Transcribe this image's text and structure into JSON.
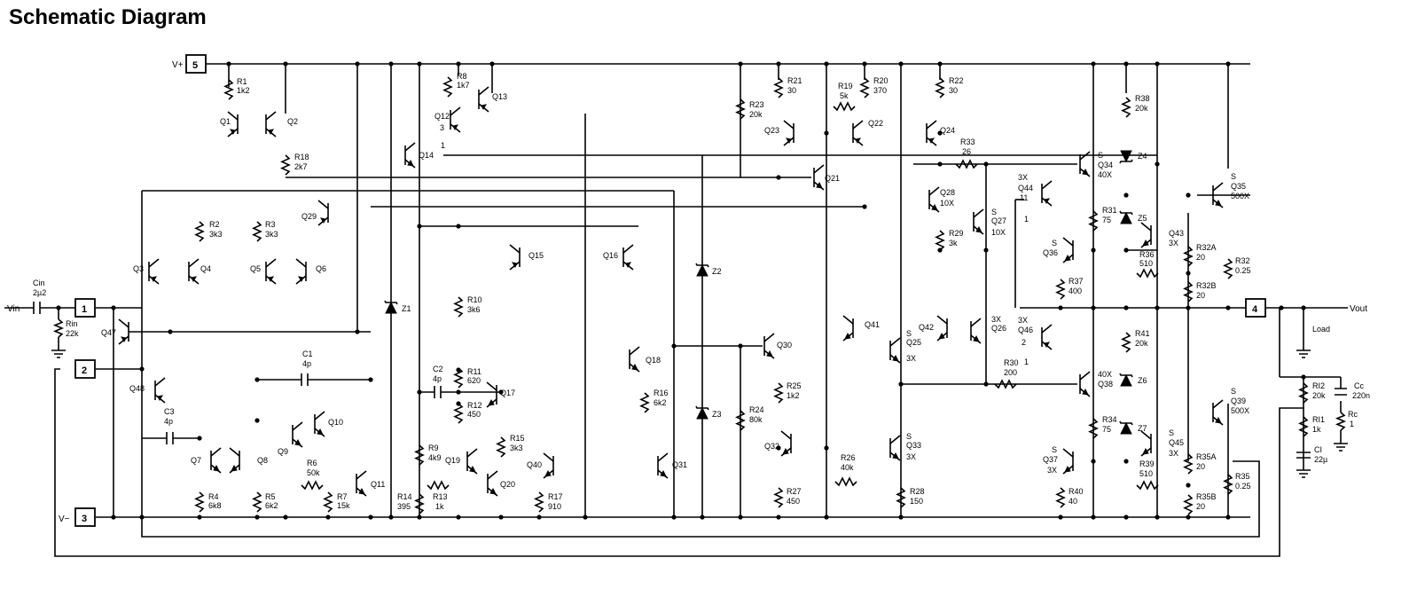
{
  "title": "Schematic Diagram",
  "pins": [
    {
      "id": "pin-5",
      "number": "5",
      "net": "V+"
    },
    {
      "id": "pin-1",
      "number": "1",
      "net": "Vin"
    },
    {
      "id": "pin-2",
      "number": "2",
      "net": ""
    },
    {
      "id": "pin-3",
      "number": "3",
      "net": "V−"
    },
    {
      "id": "pin-4",
      "number": "4",
      "net": "Vout"
    }
  ],
  "transistors": [
    {
      "ref": "Q1",
      "note": ""
    },
    {
      "ref": "Q2",
      "note": ""
    },
    {
      "ref": "Q3",
      "note": ""
    },
    {
      "ref": "Q4",
      "note": ""
    },
    {
      "ref": "Q5",
      "note": ""
    },
    {
      "ref": "Q6",
      "note": ""
    },
    {
      "ref": "Q7",
      "note": ""
    },
    {
      "ref": "Q8",
      "note": ""
    },
    {
      "ref": "Q9",
      "note": ""
    },
    {
      "ref": "Q10",
      "note": ""
    },
    {
      "ref": "Q11",
      "note": ""
    },
    {
      "ref": "Q12",
      "note": ""
    },
    {
      "ref": "Q13",
      "note": ""
    },
    {
      "ref": "Q14",
      "note": ""
    },
    {
      "ref": "Q15",
      "note": ""
    },
    {
      "ref": "Q16",
      "note": ""
    },
    {
      "ref": "Q17",
      "note": ""
    },
    {
      "ref": "Q18",
      "note": ""
    },
    {
      "ref": "Q19",
      "note": ""
    },
    {
      "ref": "Q20",
      "note": ""
    },
    {
      "ref": "Q21",
      "note": ""
    },
    {
      "ref": "Q22",
      "note": ""
    },
    {
      "ref": "Q23",
      "note": ""
    },
    {
      "ref": "Q24",
      "note": ""
    },
    {
      "ref": "Q25",
      "note": "3X"
    },
    {
      "ref": "Q26",
      "note": "3X"
    },
    {
      "ref": "Q27",
      "note": "10X"
    },
    {
      "ref": "Q28",
      "note": "10X"
    },
    {
      "ref": "Q29",
      "note": ""
    },
    {
      "ref": "Q30",
      "note": ""
    },
    {
      "ref": "Q31",
      "note": ""
    },
    {
      "ref": "Q32",
      "note": ""
    },
    {
      "ref": "Q33",
      "note": "3X"
    },
    {
      "ref": "Q34",
      "note": "40X"
    },
    {
      "ref": "Q35",
      "note": "500X"
    },
    {
      "ref": "Q36",
      "note": ""
    },
    {
      "ref": "Q37",
      "note": "3X"
    },
    {
      "ref": "Q38",
      "note": "40X"
    },
    {
      "ref": "Q39",
      "note": "500X"
    },
    {
      "ref": "Q40",
      "note": ""
    },
    {
      "ref": "Q41",
      "note": ""
    },
    {
      "ref": "Q42",
      "note": ""
    },
    {
      "ref": "Q43",
      "note": "3X"
    },
    {
      "ref": "Q44",
      "note": "3X"
    },
    {
      "ref": "Q45",
      "note": "3X"
    },
    {
      "ref": "Q46",
      "note": "3X"
    },
    {
      "ref": "Q47",
      "note": ""
    },
    {
      "ref": "Q48",
      "note": ""
    }
  ],
  "resistors": [
    {
      "ref": "R1",
      "value": "1k2"
    },
    {
      "ref": "R2",
      "value": "3k3"
    },
    {
      "ref": "R3",
      "value": "3k3"
    },
    {
      "ref": "R4",
      "value": "6k8"
    },
    {
      "ref": "R5",
      "value": "6k2"
    },
    {
      "ref": "R6",
      "value": "50k"
    },
    {
      "ref": "R7",
      "value": "15k"
    },
    {
      "ref": "R8",
      "value": "1k7"
    },
    {
      "ref": "R9",
      "value": "4k9"
    },
    {
      "ref": "R10",
      "value": "3k6"
    },
    {
      "ref": "R11",
      "value": "620"
    },
    {
      "ref": "R12",
      "value": "450"
    },
    {
      "ref": "R13",
      "value": "1k"
    },
    {
      "ref": "R14",
      "value": "395"
    },
    {
      "ref": "R15",
      "value": "3k3"
    },
    {
      "ref": "R16",
      "value": "6k2"
    },
    {
      "ref": "R17",
      "value": "910"
    },
    {
      "ref": "R18",
      "value": "2k7"
    },
    {
      "ref": "R19",
      "value": "5k"
    },
    {
      "ref": "R20",
      "value": "370"
    },
    {
      "ref": "R21",
      "value": "30"
    },
    {
      "ref": "R22",
      "value": "30"
    },
    {
      "ref": "R23",
      "value": "20k"
    },
    {
      "ref": "R24",
      "value": "80k"
    },
    {
      "ref": "R25",
      "value": "1k2"
    },
    {
      "ref": "R26",
      "value": "40k"
    },
    {
      "ref": "R27",
      "value": "450"
    },
    {
      "ref": "R28",
      "value": "150"
    },
    {
      "ref": "R29",
      "value": "3k"
    },
    {
      "ref": "R30",
      "value": "200"
    },
    {
      "ref": "R31",
      "value": "75"
    },
    {
      "ref": "R32",
      "value": "0.25"
    },
    {
      "ref": "R32A",
      "value": "20"
    },
    {
      "ref": "R32B",
      "value": "20"
    },
    {
      "ref": "R33",
      "value": "26"
    },
    {
      "ref": "R34",
      "value": "75"
    },
    {
      "ref": "R35",
      "value": "0.25"
    },
    {
      "ref": "R35A",
      "value": "20"
    },
    {
      "ref": "R35B",
      "value": "20"
    },
    {
      "ref": "R36",
      "value": "510"
    },
    {
      "ref": "R37",
      "value": "400"
    },
    {
      "ref": "R38",
      "value": "20k"
    },
    {
      "ref": "R39",
      "value": "510"
    },
    {
      "ref": "R40",
      "value": "40"
    },
    {
      "ref": "R41",
      "value": "20k"
    },
    {
      "ref": "Rin",
      "value": "22k"
    },
    {
      "ref": "RI2",
      "value": "20k"
    },
    {
      "ref": "RI1",
      "value": "1k"
    },
    {
      "ref": "Rc",
      "value": "1"
    }
  ],
  "capacitors": [
    {
      "ref": "Cin",
      "value": "2µ2"
    },
    {
      "ref": "C1",
      "value": "4p"
    },
    {
      "ref": "C2",
      "value": "4p"
    },
    {
      "ref": "C3",
      "value": "4p"
    },
    {
      "ref": "Cc",
      "value": "220n"
    },
    {
      "ref": "CI",
      "value": "22µ"
    }
  ],
  "zeners": [
    "Z1",
    "Z2",
    "Z3",
    "Z4",
    "Z5",
    "Z6",
    "Z7"
  ],
  "other_labels": {
    "load": "Load",
    "s_marks": [
      "S",
      "S",
      "S",
      "S",
      "S",
      "S",
      "S",
      "S",
      "S"
    ],
    "multi_emitter_notes": [
      "11",
      "1",
      "2",
      "1",
      "3",
      "1"
    ]
  }
}
